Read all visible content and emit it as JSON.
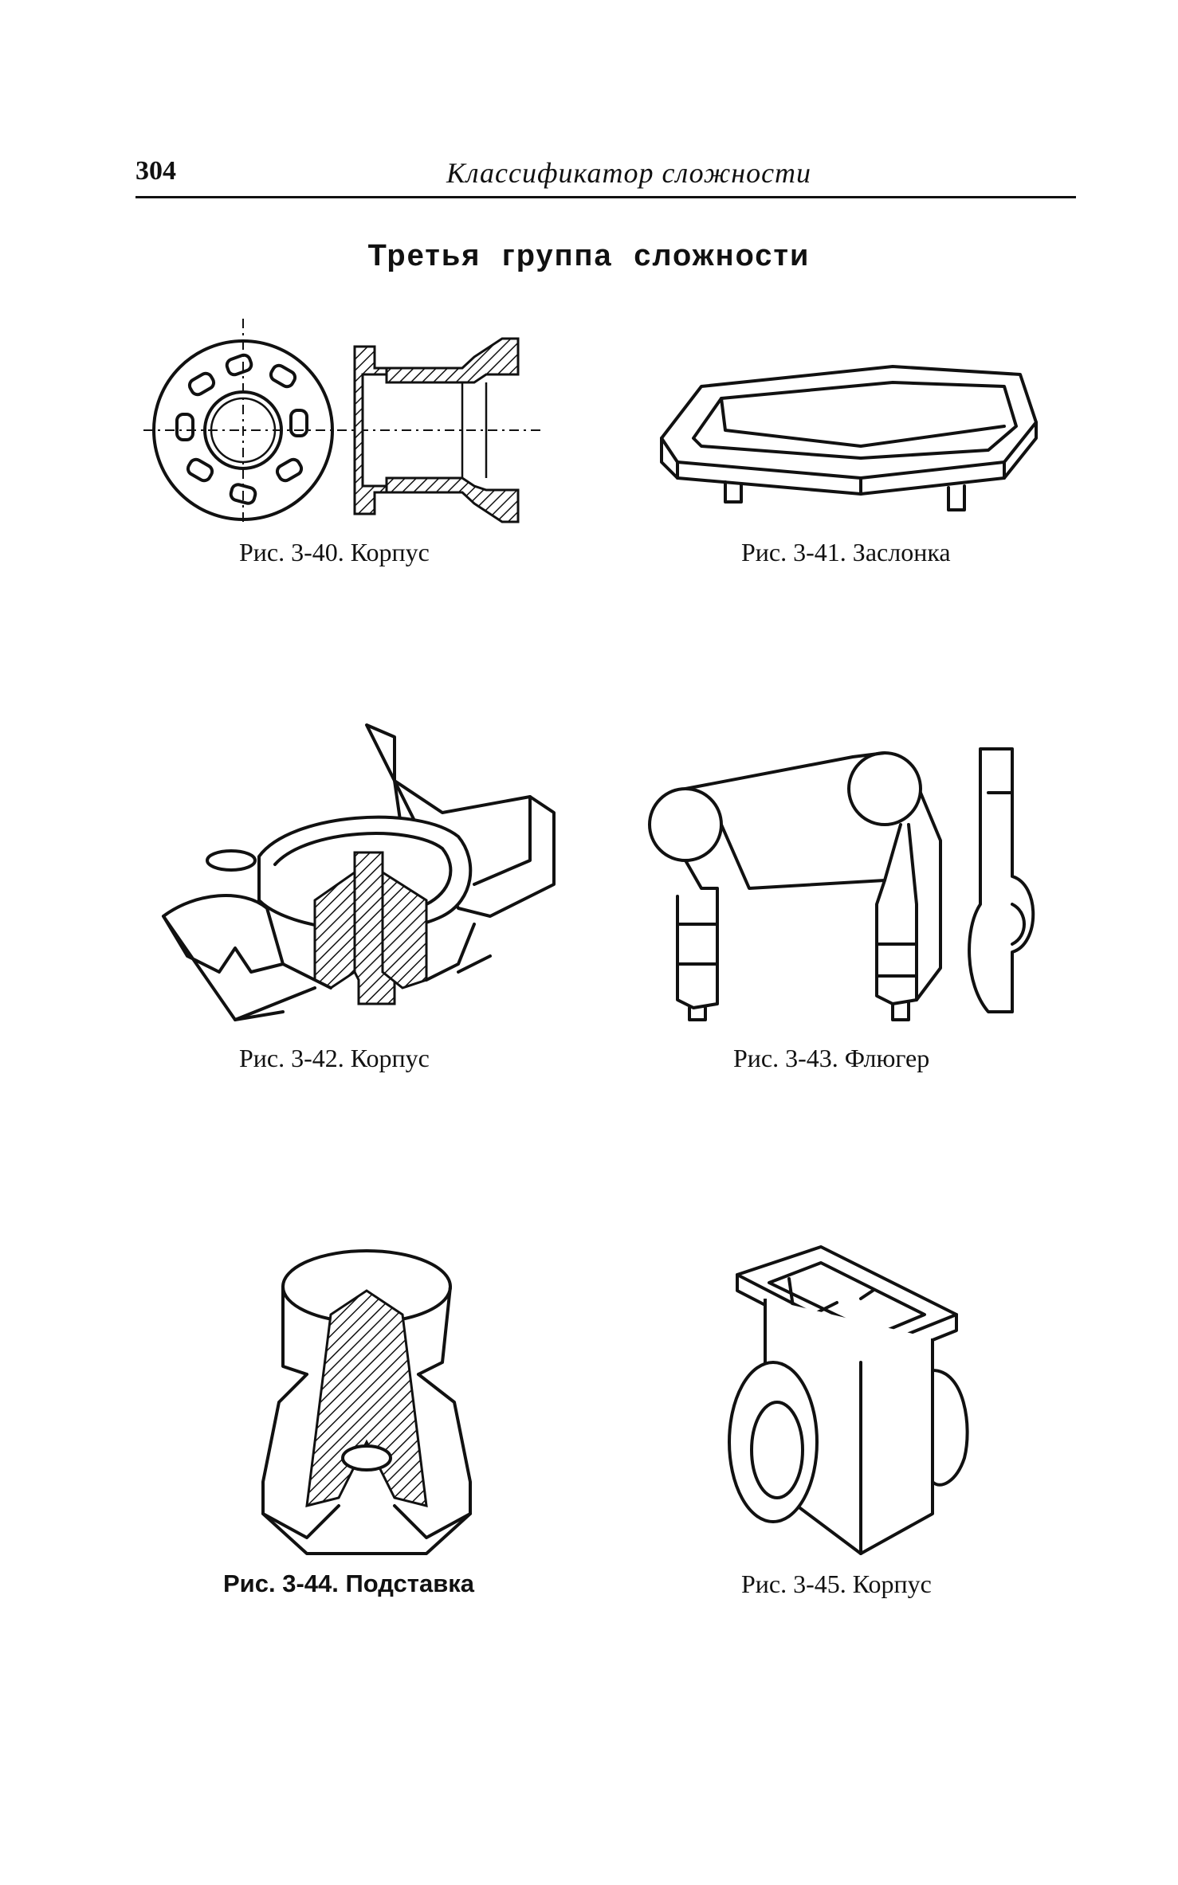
{
  "header": {
    "page_number": "304",
    "running_title": "Классификатор сложности"
  },
  "section_title": "Третья группа сложности",
  "figures": [
    {
      "caption": "Рис. 3-40. Корпус",
      "icon": "flanged-housing-drawing"
    },
    {
      "caption": "Рис. 3-41. Заслонка",
      "icon": "damper-tray-drawing"
    },
    {
      "caption": "Рис. 3-42. Корпус",
      "icon": "cutaway-housing-drawing"
    },
    {
      "caption": "Рис. 3-43. Флюгер",
      "icon": "weather-vane-drawing"
    },
    {
      "caption": "Рис. 3-44. Подставка",
      "icon": "stand-drawing"
    },
    {
      "caption": "Рис. 3-45. Корпус",
      "icon": "box-housing-drawing"
    }
  ]
}
